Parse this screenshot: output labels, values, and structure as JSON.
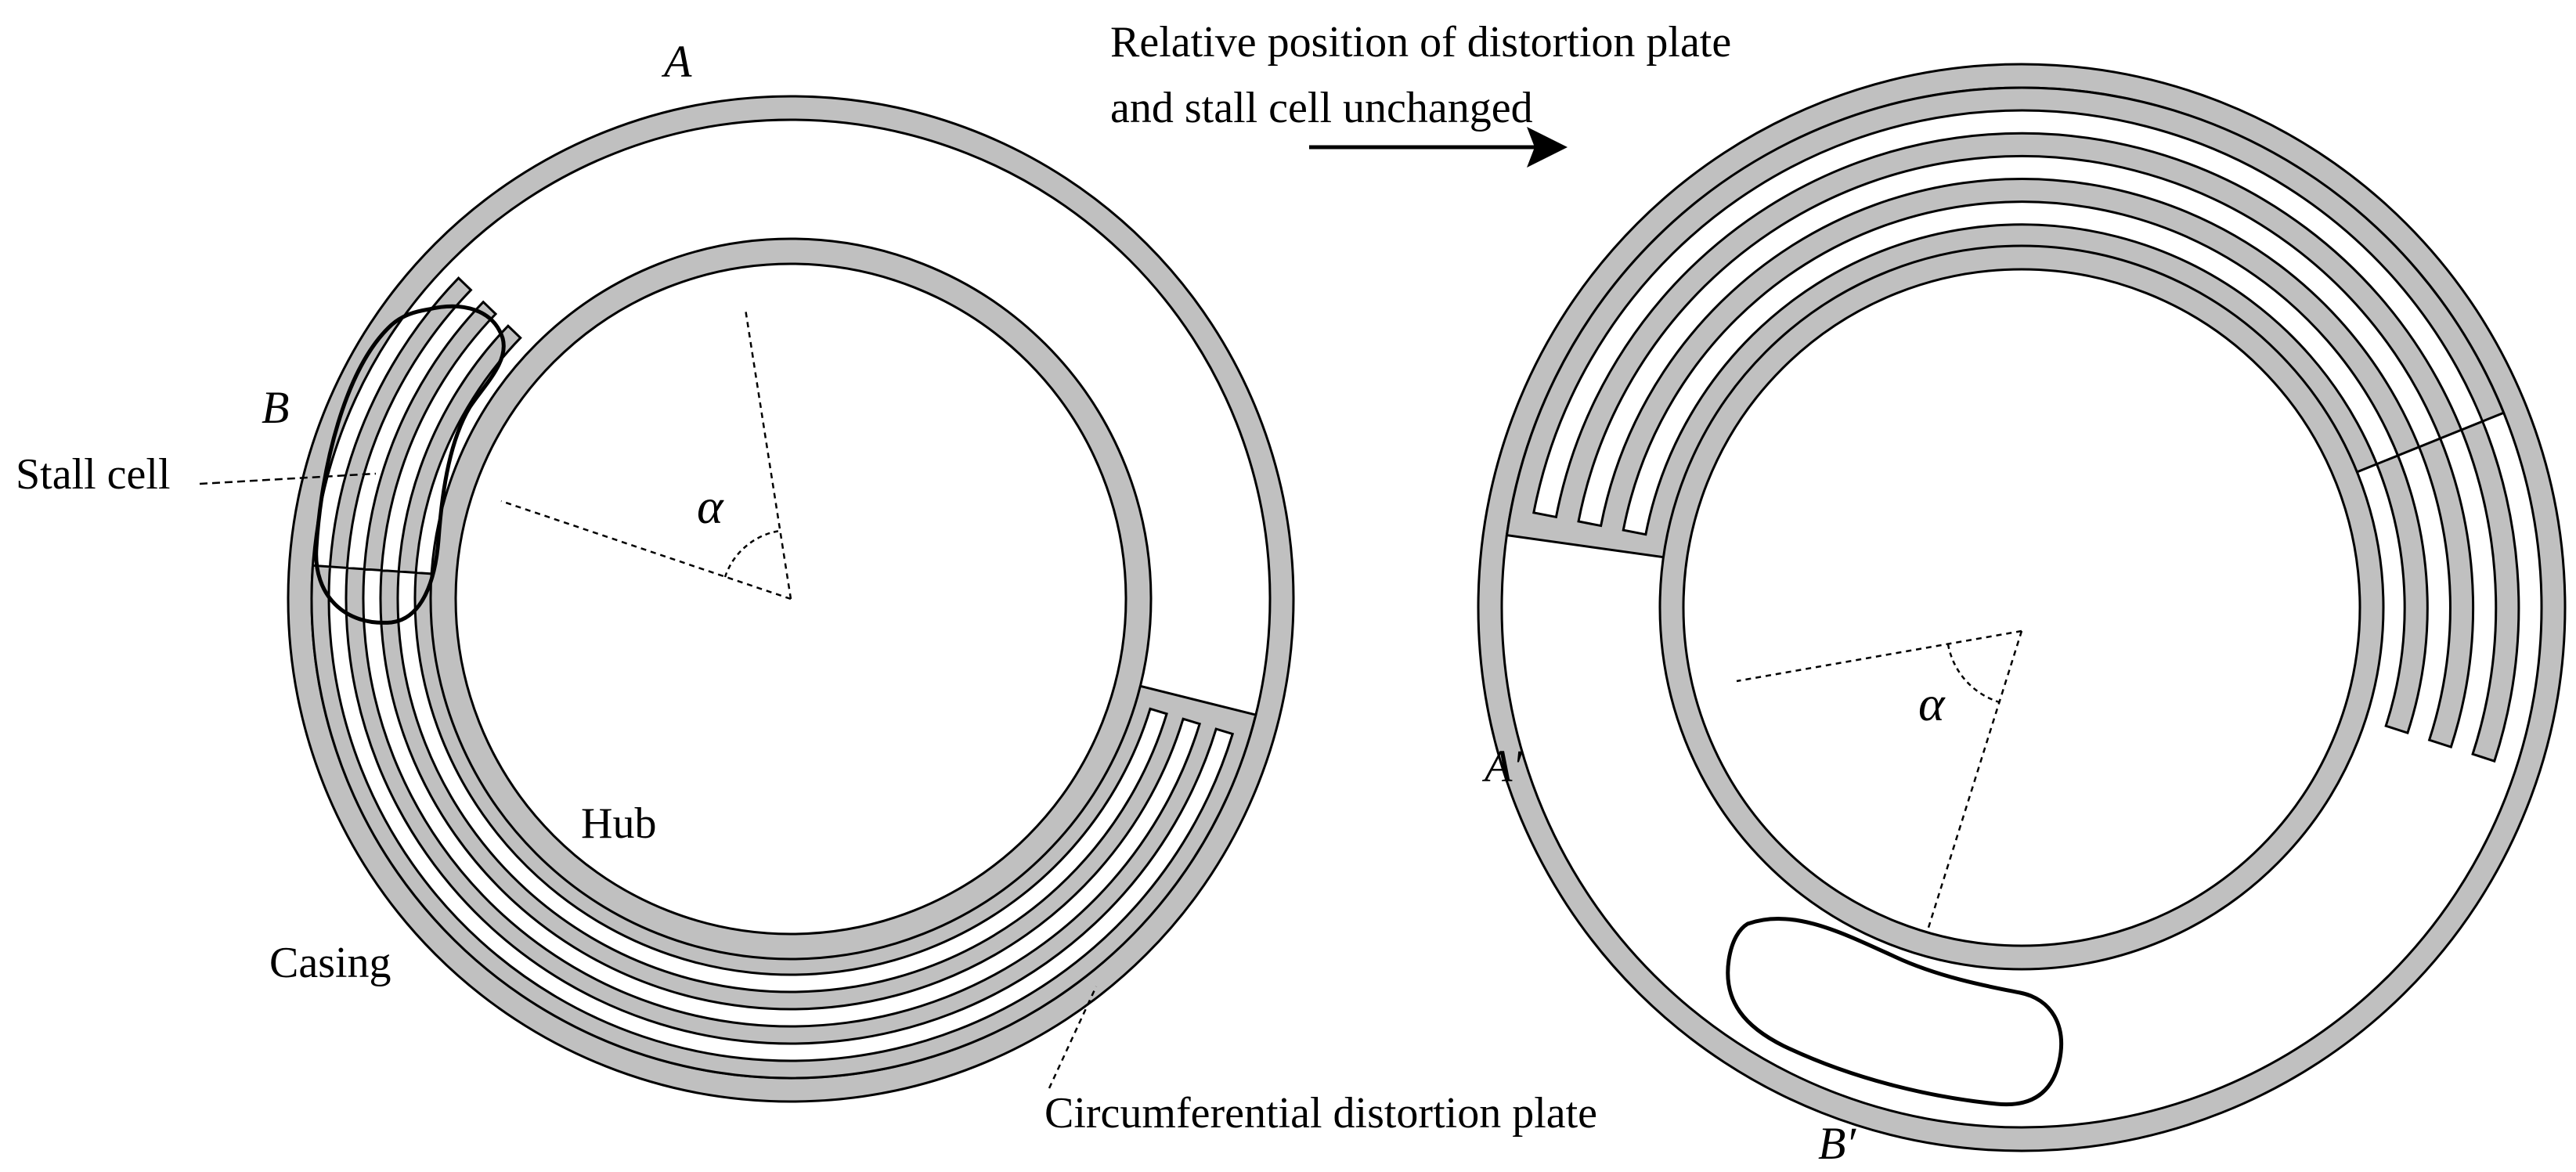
{
  "colors": {
    "ring_fill": "#c0c0c0",
    "stroke": "#000000",
    "background": "#ffffff"
  },
  "caption": {
    "line1": "Relative position of distortion plate",
    "line2": "and stall cell unchanged"
  },
  "left_diagram": {
    "point_a": "A",
    "point_b": "B",
    "angle": "α",
    "stall_cell": "Stall cell",
    "hub": "Hub",
    "casing": "Casing",
    "distortion_plate": "Circumferential distortion plate"
  },
  "right_diagram": {
    "point_a": "A′",
    "point_b": "B′",
    "angle": "α"
  }
}
